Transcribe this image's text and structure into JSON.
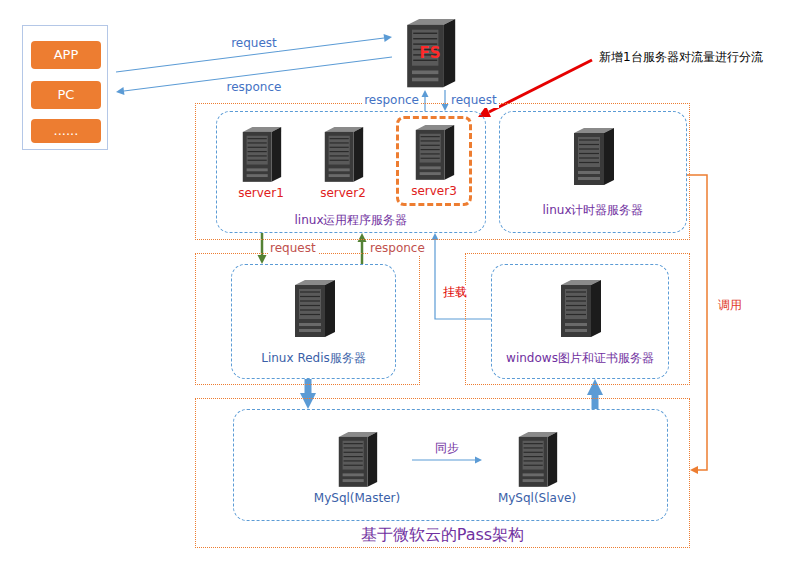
{
  "diagram": {
    "nodes": [
      {
        "text": []
      },
      {
        "text": [
          "APP"
        ],
        "in": 0
      },
      {
        "text": [
          "PC"
        ],
        "in": 0
      },
      {
        "text": [
          "......"
        ],
        "in": 0
      },
      {
        "text": [
          "FS"
        ]
      },
      {
        "text": []
      },
      {
        "text": [
          "linux运用程序服务器"
        ],
        "in": 5
      },
      {
        "text": [
          "server1"
        ],
        "in": 6
      },
      {
        "text": [
          "server2"
        ],
        "in": 6
      },
      {
        "text": [
          "server3"
        ],
        "in": 6
      },
      {
        "text": [
          "linux计时器服务器"
        ],
        "in": 5
      },
      {
        "text": []
      },
      {
        "text": [
          "Linux Redis服务器"
        ],
        "in": 11
      },
      {
        "text": []
      },
      {
        "text": [
          "windows图片和证书服务器"
        ],
        "in": 13
      },
      {
        "text": [
          "基于微软云的Pass架构"
        ]
      },
      {
        "text": [],
        "in": 15
      },
      {
        "text": [
          "MySql(Master)"
        ],
        "in": 16
      },
      {
        "text": [
          "MySql(Slave)"
        ],
        "in": 16
      }
    ],
    "edges": [
      {
        "from": 0,
        "to": 4,
        "label": "request",
        "arrow": "to"
      },
      {
        "from": 4,
        "to": 0,
        "label": "responce",
        "arrow": "to"
      },
      {
        "from": 4,
        "to": 6,
        "label": "request",
        "arrow": "to"
      },
      {
        "from": 6,
        "to": 4,
        "label": "responce",
        "arrow": "to"
      },
      {
        "from": 6,
        "to": 12,
        "label": "request",
        "arrow": "to"
      },
      {
        "from": 12,
        "to": 6,
        "label": "responce",
        "arrow": "to"
      },
      {
        "from": 14,
        "to": 6,
        "label": "挂载",
        "arrow": "to"
      },
      {
        "from": 12,
        "to": 16,
        "arrow": "to"
      },
      {
        "from": 16,
        "to": 14,
        "arrow": "to"
      },
      {
        "from": 17,
        "to": 18,
        "label": "同步",
        "arrow": "to"
      },
      {
        "from": 10,
        "to": 15,
        "label": "调用",
        "arrow": "to"
      }
    ],
    "labels": [
      "新增1台服务器对流量进行分流"
    ]
  }
}
